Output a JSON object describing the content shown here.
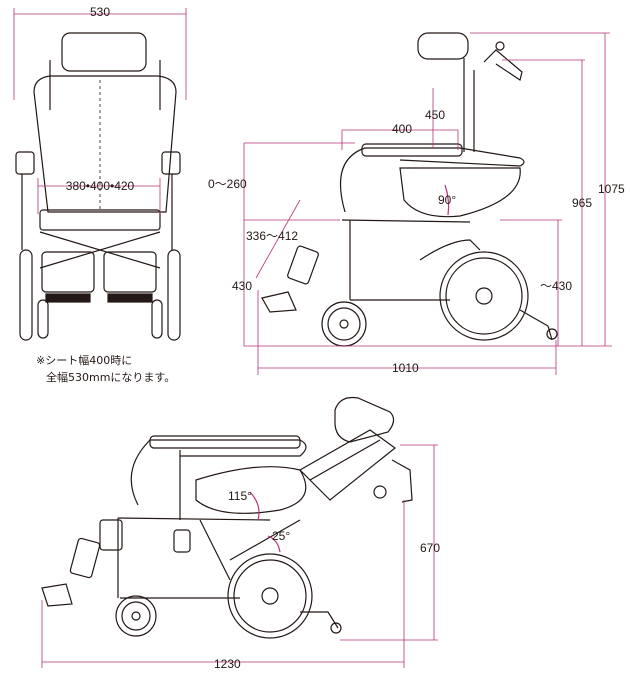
{
  "dimensions": {
    "width_front": "530",
    "seat_width_options": "380•400•420",
    "seat_to_headrest": "450",
    "armrest_length": "400",
    "armrest_height_range": "0〜260",
    "seat_depth_range": "336〜412",
    "total_height": "1075",
    "backrest_height": "965",
    "seat_height_front": "430",
    "seat_height_rear": "〜430",
    "total_length": "1010",
    "backrest_angle": "90°",
    "reclined_back_angle": "115°",
    "tilt_angle": "25°",
    "reclined_height": "670",
    "reclined_length": "1230"
  },
  "notes": {
    "line1": "※シート幅400時に",
    "line2": "全幅530mmになります。"
  },
  "colors": {
    "dimension_line": "#b5337a",
    "outline": "#231815",
    "text": "#231815"
  }
}
